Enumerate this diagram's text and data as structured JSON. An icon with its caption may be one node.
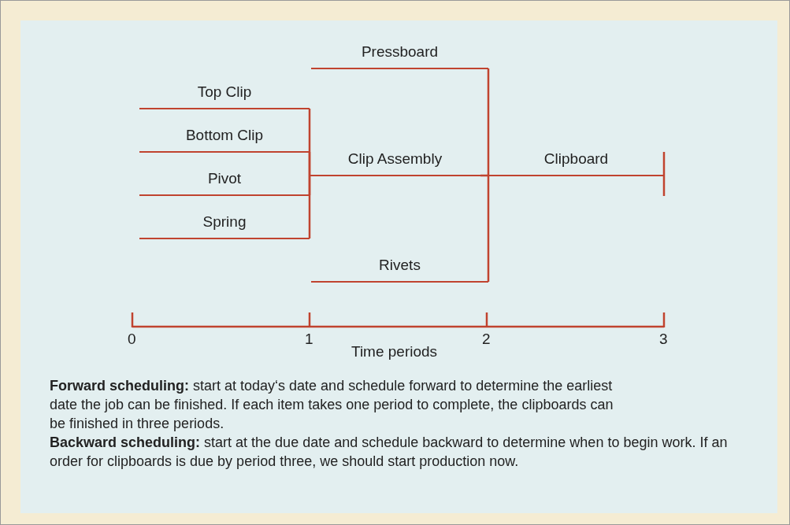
{
  "diagram": {
    "nodes": [
      {
        "text": [
          "Top Clip"
        ]
      },
      {
        "text": [
          "Bottom Clip"
        ]
      },
      {
        "text": [
          "Pivot"
        ]
      },
      {
        "text": [
          "Spring"
        ]
      },
      {
        "text": [
          "Pressboard"
        ]
      },
      {
        "text": [
          "Clip Assembly"
        ]
      },
      {
        "text": [
          "Rivets"
        ]
      },
      {
        "text": [
          "Clipboard"
        ]
      }
    ],
    "edges": [
      {
        "from": 0,
        "to": 5,
        "arrow": "none"
      },
      {
        "from": 1,
        "to": 5,
        "arrow": "none"
      },
      {
        "from": 2,
        "to": 5,
        "arrow": "none"
      },
      {
        "from": 3,
        "to": 5,
        "arrow": "none"
      },
      {
        "from": 4,
        "to": 7,
        "arrow": "none"
      },
      {
        "from": 5,
        "to": 7,
        "arrow": "none"
      },
      {
        "from": 6,
        "to": 7,
        "arrow": "none"
      }
    ],
    "labels": [
      "0",
      "1",
      "2",
      "3",
      "Time periods",
      "**Forward scheduling:** start at today‘s date and schedule forward to determine the earliest date the job can be finished. If each item takes one period to complete, the clipboards can be finished in three periods.",
      "**Backward scheduling:** start at the due date and schedule backward to determine when to begin work. If an order for clipboards is due by period three, we should start production now."
    ]
  }
}
